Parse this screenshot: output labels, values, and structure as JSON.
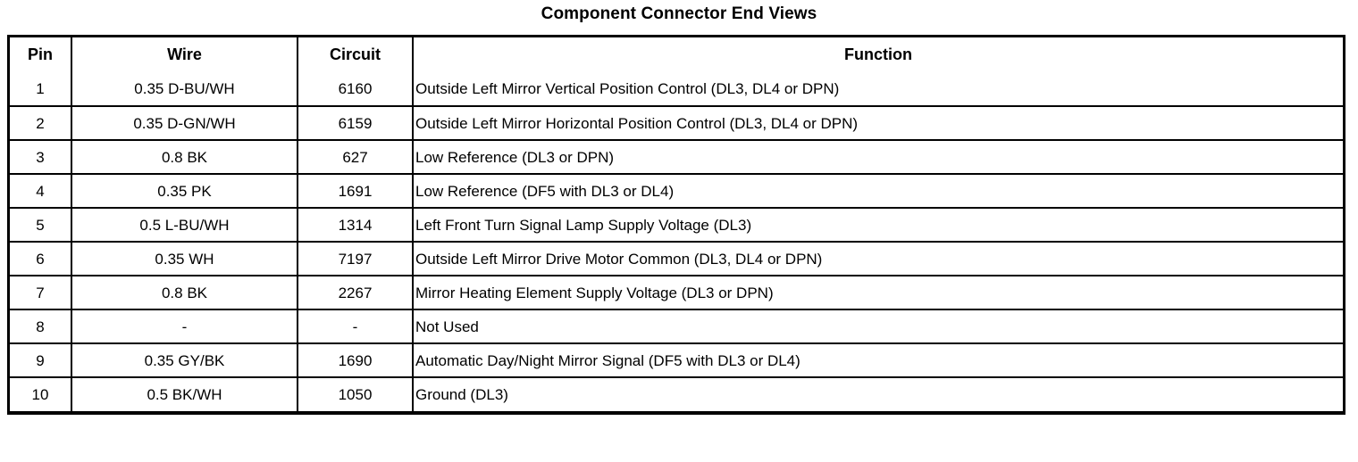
{
  "page": {
    "title": "Component Connector End Views"
  },
  "table": {
    "columns": [
      {
        "key": "pin",
        "label": "Pin"
      },
      {
        "key": "wire",
        "label": "Wire"
      },
      {
        "key": "circuit",
        "label": "Circuit"
      },
      {
        "key": "function",
        "label": "Function"
      }
    ],
    "rows": [
      {
        "pin": "1",
        "wire": "0.35 D-BU/WH",
        "circuit": "6160",
        "function": "Outside Left Mirror Vertical Position Control (DL3, DL4 or DPN)"
      },
      {
        "pin": "2",
        "wire": "0.35 D-GN/WH",
        "circuit": "6159",
        "function": "Outside Left Mirror Horizontal Position Control (DL3, DL4 or DPN)"
      },
      {
        "pin": "3",
        "wire": "0.8 BK",
        "circuit": "627",
        "function": "Low Reference (DL3 or DPN)"
      },
      {
        "pin": "4",
        "wire": "0.35 PK",
        "circuit": "1691",
        "function": "Low Reference (DF5 with DL3 or DL4)"
      },
      {
        "pin": "5",
        "wire": "0.5 L-BU/WH",
        "circuit": "1314",
        "function": "Left Front Turn Signal Lamp Supply Voltage (DL3)"
      },
      {
        "pin": "6",
        "wire": "0.35 WH",
        "circuit": "7197",
        "function": "Outside Left Mirror Drive Motor Common (DL3, DL4 or DPN)"
      },
      {
        "pin": "7",
        "wire": "0.8 BK",
        "circuit": "2267",
        "function": "Mirror Heating Element Supply Voltage (DL3 or DPN)"
      },
      {
        "pin": "8",
        "wire": "-",
        "circuit": "-",
        "function": "Not Used"
      },
      {
        "pin": "9",
        "wire": "0.35 GY/BK",
        "circuit": "1690",
        "function": "Automatic Day/Night Mirror Signal (DF5 with DL3 or DL4)"
      },
      {
        "pin": "10",
        "wire": "0.5 BK/WH",
        "circuit": "1050",
        "function": "Ground (DL3)"
      }
    ]
  },
  "colors": {
    "border": "#000000",
    "background": "#ffffff",
    "text": "#000000"
  }
}
